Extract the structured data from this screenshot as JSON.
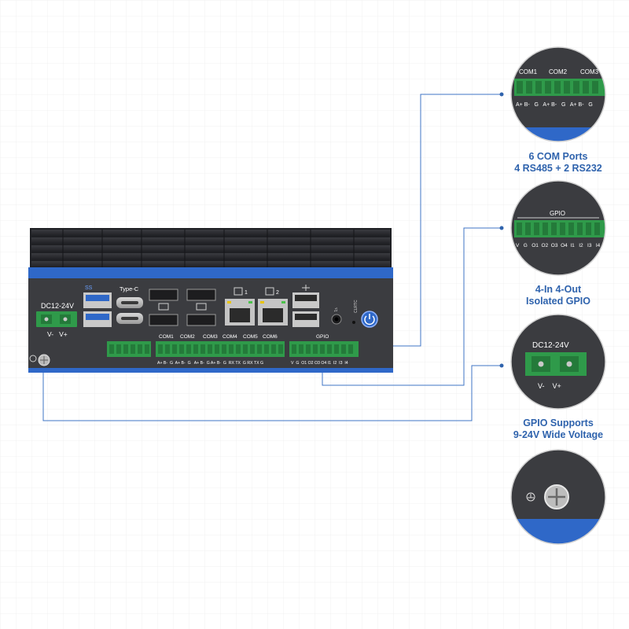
{
  "device": {
    "dc_label": "DC12-24V",
    "dc_pins": "V-   V+",
    "typec_label": "Type-C",
    "usb3_label": "SS",
    "lan1_label": "1",
    "lan2_label": "2",
    "clrtc_label": "CLRTC",
    "com_labels": [
      "COM1",
      "COM2",
      "COM3",
      "COM4",
      "COM5",
      "COM6"
    ],
    "com_pins": "A+ B-  G  A+ B-  G   A+ B-  G A+ B-  G  RX TX  G RX TX G",
    "gpio_label": "GPIO",
    "gpio_pins": "V  G  O1 O2 O3 O4 I1  I2  I3  I4"
  },
  "callouts": [
    {
      "id": "com",
      "header_labels": [
        "COM1",
        "COM2",
        "COM3"
      ],
      "pins": "A+ B-   G   A+ B-   G   A+ B-   G",
      "caption": [
        "6 COM Ports",
        "4 RS485 + 2 RS232"
      ]
    },
    {
      "id": "gpio",
      "header_labels": [
        "GPIO"
      ],
      "pins": "V   G   O1  O2  O3  O4  I1   I2   I3   I4",
      "caption": [
        "4-In 4-Out",
        "Isolated GPIO"
      ]
    },
    {
      "id": "dc",
      "header_labels": [
        "DC12-24V"
      ],
      "pins": "V-    V+",
      "caption": [
        "GPIO Supports",
        "9-24V Wide Voltage"
      ]
    },
    {
      "id": "ground",
      "header_labels": [],
      "pins": "",
      "caption": []
    }
  ],
  "colors": {
    "accent": "#2f63ad",
    "device_body": "#3b3c40",
    "heatsink": "#2a2b2f",
    "blue_band": "#2f68c8",
    "terminal_green": "#2f9a4a",
    "line": "#3f74c4"
  }
}
